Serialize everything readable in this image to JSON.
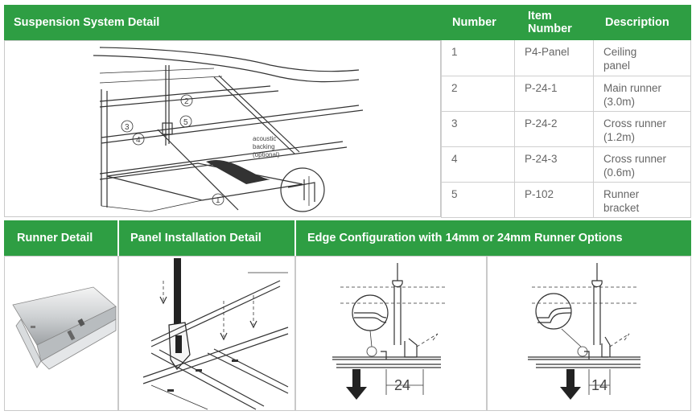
{
  "sections": {
    "suspension": "Suspension System Detail",
    "runner": "Runner Detail",
    "panel": "Panel Installation Detail",
    "edge": "Edge Configuration with 14mm or 24mm Runner Options"
  },
  "table": {
    "headers": [
      "Number",
      "Item Number",
      "Description"
    ],
    "rows": [
      {
        "num": "1",
        "item": "P4-Panel",
        "desc": "Ceiling panel"
      },
      {
        "num": "2",
        "item": "P-24-1",
        "desc": "Main runner (3.0m)"
      },
      {
        "num": "3",
        "item": "P-24-2",
        "desc": "Cross runner (1.2m)"
      },
      {
        "num": "4",
        "item": "P-24-3",
        "desc": "Cross runner (0.6m)"
      },
      {
        "num": "5",
        "item": "P-102",
        "desc": "Runner bracket"
      }
    ]
  },
  "diagram": {
    "callouts": [
      "1",
      "2",
      "3",
      "4",
      "5"
    ],
    "acoustic_note": [
      "acoustic",
      "backing",
      "(optional)"
    ],
    "dim_24": "24",
    "dim_14": "14"
  },
  "colors": {
    "header_green": "#2e9e43"
  }
}
